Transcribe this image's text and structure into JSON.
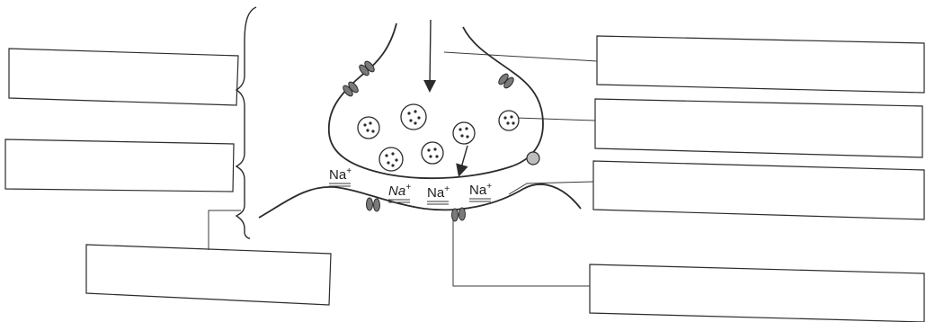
{
  "ions": {
    "na1": {
      "symbol": "Na",
      "charge": "+"
    },
    "na2": {
      "symbol": "Na",
      "charge": "+"
    },
    "na3": {
      "symbol": "Na",
      "charge": "+"
    },
    "na4": {
      "symbol": "Na",
      "charge": "+"
    }
  },
  "colors": {
    "ink": "#2b2b2b",
    "channel_fill": "#7a7a7a",
    "receptor_fill": "#bdbdbd",
    "background": "#ffffff"
  },
  "icons": {
    "channel": "ion-channel-icon",
    "receptor": "receptor-icon",
    "vesicle": "vesicle-icon",
    "arrow": "arrow-down-icon"
  }
}
